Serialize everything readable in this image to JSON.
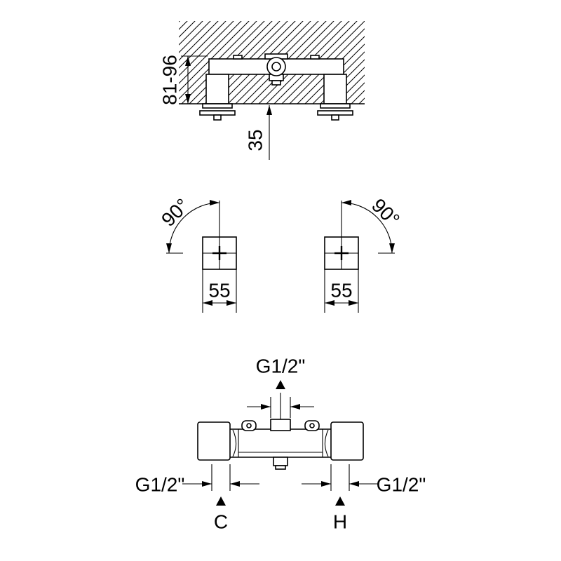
{
  "page": {
    "background": "#ffffff",
    "line_color": "#000000"
  },
  "section_view": {
    "depth_range": "81-96",
    "face_offset": "35"
  },
  "rotation_view": {
    "left_angle": "90°",
    "right_angle": "90°",
    "left_width": "55",
    "right_width": "55"
  },
  "front_view": {
    "top_thread": "G1/2\"",
    "cold_thread": "G1/2\"",
    "hot_thread": "G1/2\"",
    "cold_marker": "C",
    "hot_marker": "H"
  }
}
